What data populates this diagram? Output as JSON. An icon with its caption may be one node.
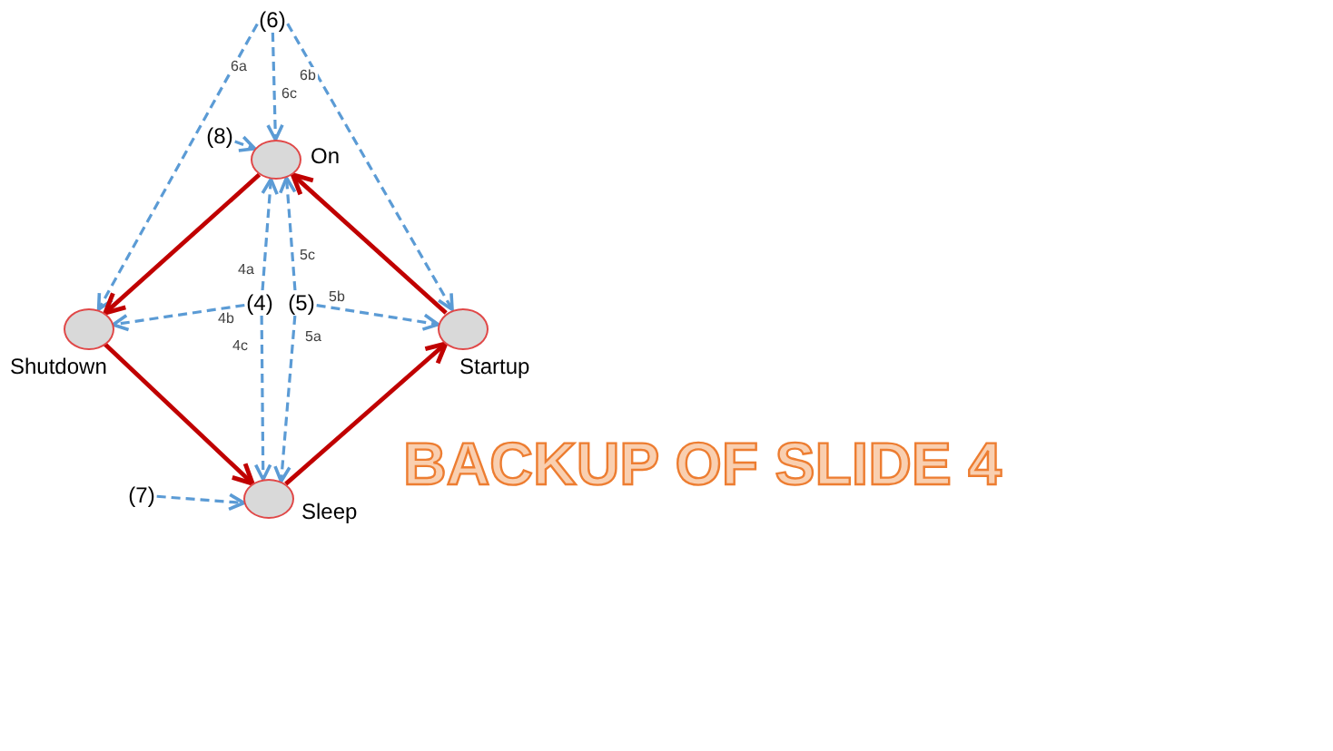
{
  "diagram": {
    "nodes": [
      {
        "text": [
          "(6)"
        ]
      },
      {
        "text": [
          "(8)"
        ]
      },
      {
        "text": [
          "On"
        ]
      },
      {
        "text": [
          "(4)"
        ]
      },
      {
        "text": [
          "(5)"
        ]
      },
      {
        "text": [
          "Shutdown"
        ]
      },
      {
        "text": [
          "Startup"
        ]
      },
      {
        "text": [
          "(7)"
        ]
      },
      {
        "text": [
          "Sleep"
        ]
      }
    ],
    "edges": [
      {
        "from": 0,
        "to": 5,
        "arrow": "to",
        "label": "6a",
        "style": "dashed"
      },
      {
        "from": 0,
        "to": 6,
        "arrow": "to",
        "label": "6b",
        "style": "dashed"
      },
      {
        "from": 0,
        "to": 2,
        "arrow": "to",
        "label": "6c",
        "style": "dashed"
      },
      {
        "from": 1,
        "to": 2,
        "arrow": "to",
        "style": "dashed"
      },
      {
        "from": 2,
        "to": 5,
        "arrow": "to",
        "color": "#c00000"
      },
      {
        "from": 6,
        "to": 2,
        "arrow": "to",
        "color": "#c00000"
      },
      {
        "from": 3,
        "to": 2,
        "arrow": "to",
        "label": "4a",
        "style": "dashed"
      },
      {
        "from": 3,
        "to": 5,
        "arrow": "to",
        "label": "4b",
        "style": "dashed"
      },
      {
        "from": 3,
        "to": 8,
        "arrow": "to",
        "label": "4c",
        "style": "dashed"
      },
      {
        "from": 4,
        "to": 8,
        "arrow": "to",
        "label": "5a",
        "style": "dashed"
      },
      {
        "from": 4,
        "to": 6,
        "arrow": "to",
        "label": "5b",
        "style": "dashed"
      },
      {
        "from": 4,
        "to": 2,
        "arrow": "to",
        "label": "5c",
        "style": "dashed"
      },
      {
        "from": 5,
        "to": 8,
        "arrow": "to",
        "color": "#c00000"
      },
      {
        "from": 8,
        "to": 6,
        "arrow": "to",
        "color": "#c00000"
      },
      {
        "from": 7,
        "to": 8,
        "arrow": "to",
        "style": "dashed"
      }
    ],
    "labels": [
      "BACKUP OF SLIDE 4"
    ]
  }
}
